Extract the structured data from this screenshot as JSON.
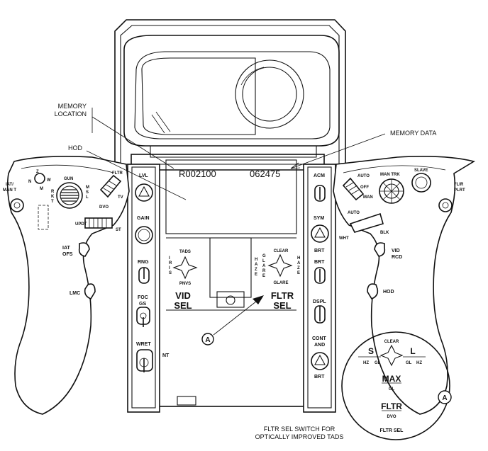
{
  "callouts": {
    "memory_location": [
      "MEMORY",
      "LOCATION"
    ],
    "memory_data": "MEMORY DATA",
    "hod": "HOD",
    "marker": "A"
  },
  "display": {
    "location_value": "R002100",
    "data_value": "062475"
  },
  "left_grip": {
    "iat_man": [
      "IAT/",
      "MAN T"
    ],
    "z": "Z",
    "w": "W",
    "n": "N",
    "m": "M",
    "gun": "GUN",
    "rkt": [
      "R",
      "K",
      "T"
    ],
    "msl": [
      "M",
      "S",
      "L"
    ],
    "fltr": "FLTR",
    "tv": "TV",
    "dvo": "DVO",
    "updt": "UPDT",
    "st": "ST",
    "iat_ofs": [
      "IAT",
      "OFS"
    ],
    "lmc": "LMC"
  },
  "right_grip": {
    "auto": "AUTO",
    "off": "OFF",
    "man": "MAN",
    "man_trk": "MAN TRK",
    "slave": "SLAVE",
    "flir_plrt": [
      "FLIR",
      "PLRT"
    ],
    "auto2": "AUTO",
    "wht": "WHT",
    "blk": "BLK",
    "vid_rcd": [
      "VID",
      "RCD"
    ],
    "hod": "HOD"
  },
  "left_strip": {
    "lvl": "LVL",
    "gain": "GAIN",
    "rng": "RNG",
    "foc": "FOC",
    "gs": "GS",
    "wret": "WRET",
    "nt": "NT"
  },
  "right_strip": {
    "acm": "ACM",
    "sym": "SYM",
    "brt1": "BRT",
    "brt2": "BRT",
    "dspl": "DSPL",
    "cont": "CONT",
    "and": "AND",
    "brt3": "BRT"
  },
  "vid_sel": {
    "iris": [
      "I",
      "R",
      "I",
      "S"
    ],
    "tads": "TADS",
    "pnvs": "PNVS",
    "vid": "VID",
    "sel": "SEL"
  },
  "fltr_sel": {
    "haze_left": [
      "H",
      "A",
      "Z",
      "E"
    ],
    "glare": [
      "G",
      "L",
      "A",
      "R",
      "E"
    ],
    "clear": "CLEAR",
    "glare_bottom": "GLARE",
    "haze_right": [
      "H",
      "A",
      "Z",
      "E"
    ],
    "fltr": "FLTR",
    "sel": "SEL"
  },
  "detail": {
    "clear": "CLEAR",
    "s": "S",
    "l": "L",
    "hz": "HZ",
    "gl": "GL",
    "gl2": "GL",
    "hz2": "HZ",
    "max": "MAX",
    "max_sub": "GL",
    "fltr": "FLTR",
    "fltr_sub": "DVO",
    "fltr_sel": "FLTR SEL"
  },
  "caption": [
    "FLTR SEL SWITCH FOR",
    "OPTICALLY IMPROVED TADS"
  ]
}
